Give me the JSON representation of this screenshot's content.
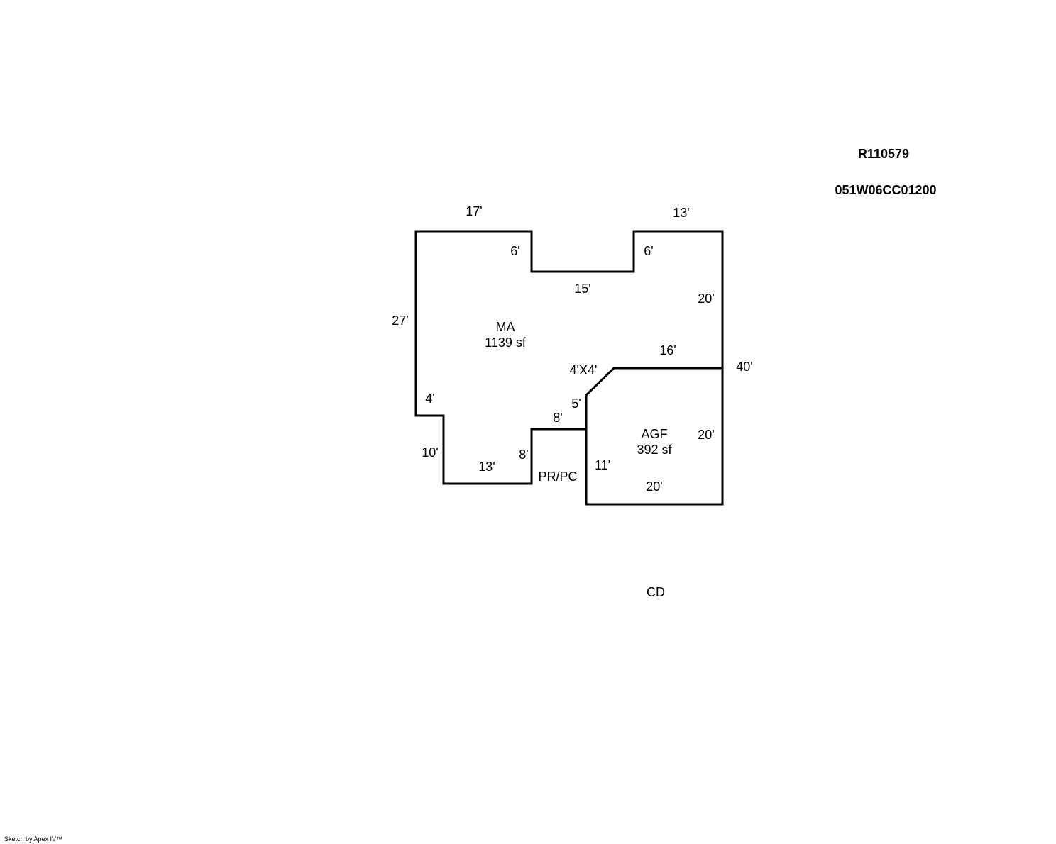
{
  "header": {
    "record_id": "R110579",
    "parcel_id": "051W06CC01200"
  },
  "areas": {
    "main": {
      "code": "MA",
      "area": "1139 sf"
    },
    "garage": {
      "code": "AGF",
      "area": "392 sf"
    },
    "porch": {
      "code": "PR/PC"
    },
    "deck": {
      "code": "CD"
    }
  },
  "dimensions": {
    "top_left": "17'",
    "top_right": "13'",
    "notch_left": "6'",
    "notch_right": "6'",
    "notch_bottom": "15'",
    "right_upper": "20'",
    "left": "27'",
    "garage_top": "16'",
    "total_right": "40'",
    "corner": "4'X4'",
    "step": "4'",
    "jog": "5'",
    "porch_top": "8'",
    "garage_right": "20'",
    "lower_left": "10'",
    "porch_left": "8'",
    "bottom_left": "13'",
    "garage_left": "11'",
    "garage_bottom": "20'"
  },
  "footer": {
    "credit": "Sketch by Apex IV™"
  },
  "colors": {
    "line": "#000000",
    "background": "#ffffff"
  }
}
